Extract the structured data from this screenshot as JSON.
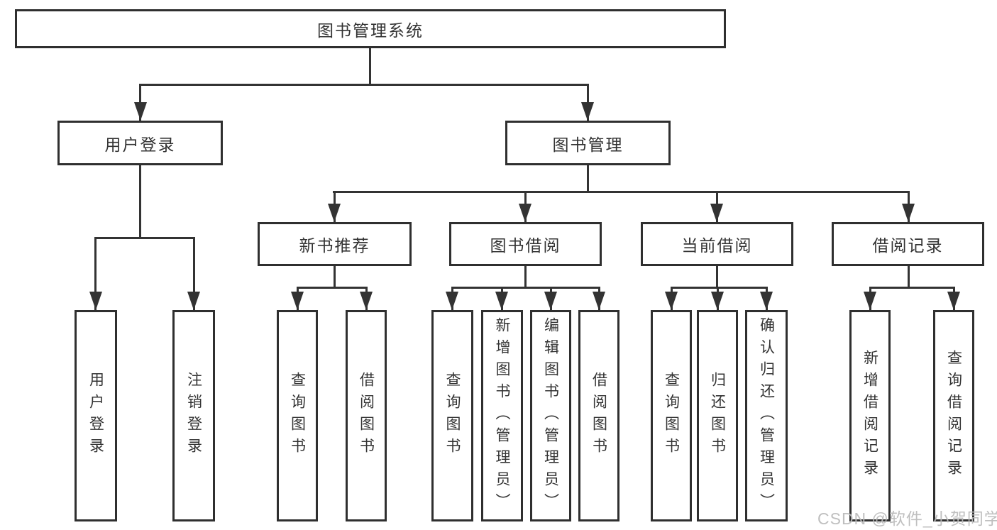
{
  "nodes": {
    "root": "图书管理系统",
    "level2": [
      "用户登录",
      "图书管理"
    ],
    "level3": [
      "新书推荐",
      "图书借阅",
      "当前借阅",
      "借阅记录"
    ],
    "leaves_user_login": [
      "用户登录",
      "注销登录"
    ],
    "leaves_new_books": [
      "查询图书",
      "借阅图书"
    ],
    "leaves_book_borrow": [
      "查询图书",
      "新增图书（管理员）",
      "编辑图书（管理员）",
      "借阅图书"
    ],
    "leaves_current_borrow": [
      "查询图书",
      "归还图书",
      "确认归还（管理员）"
    ],
    "leaves_borrow_records": [
      "新增借阅记录",
      "查询借阅记录"
    ]
  },
  "watermark": "CSDN @软件_小贺同学",
  "colors": {
    "line": "#333333",
    "border": "#2f2f2f",
    "text": "#333333",
    "background": "#ffffff",
    "watermark": "#bababa"
  }
}
